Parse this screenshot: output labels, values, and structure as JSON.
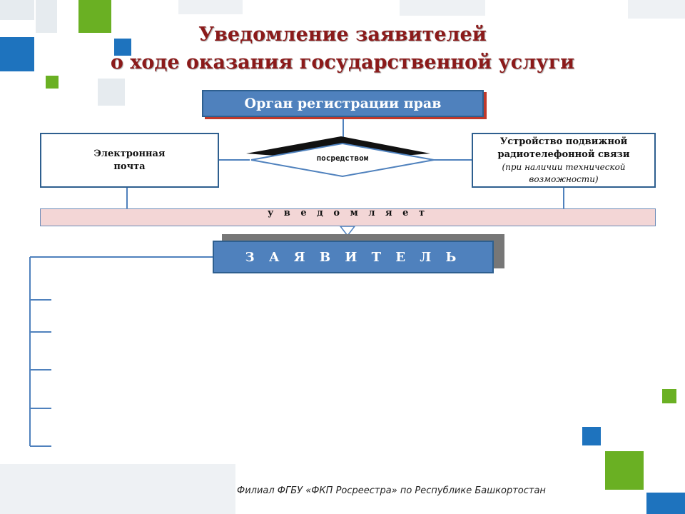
{
  "slide": {
    "title_line1": "Уведомление заявителей",
    "title_line2": "о ходе оказания государственной услуги",
    "organ_label": "Орган регистрации прав",
    "connector_label": "посредством",
    "email_line1": "Электронная",
    "email_line2": "почта",
    "mobile_line1": "Устройство подвижной",
    "mobile_line2": "радиотелефонной связи",
    "mobile_note_line1": "(при наличии технической",
    "mobile_note_line2": "возможности)",
    "notify_label": "у в е д о м л я е т",
    "applicant_label": "З А Я В И Т Е Л Ь",
    "footer": "Филиал ФГБУ «ФКП Росреестра» по Республике Башкортостан"
  },
  "colors": {
    "accent_blue": "#4f81bd",
    "title_red": "#8b1a1a",
    "bar_pink": "#f3d6d6",
    "deco_green": "#6ab023",
    "deco_blue": "#1e73be"
  }
}
